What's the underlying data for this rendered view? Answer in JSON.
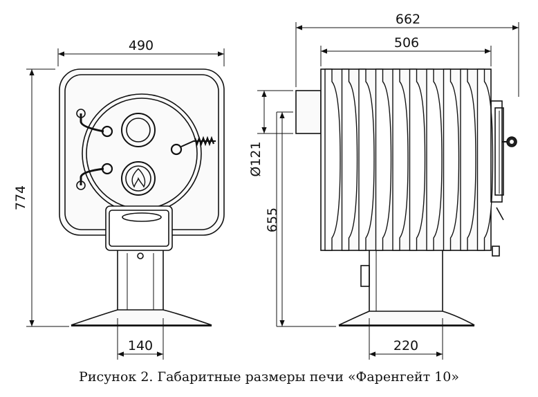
{
  "dimensions": {
    "front_width": "490",
    "front_height": "774",
    "front_stand_width": "140",
    "side_total_width": "662",
    "side_body_width": "506",
    "pipe_diameter": "Ø121",
    "side_height": "655",
    "side_stand_width": "220"
  },
  "caption": "Рисунок 2. Габаритные размеры печи «Фаренгейт 10»"
}
